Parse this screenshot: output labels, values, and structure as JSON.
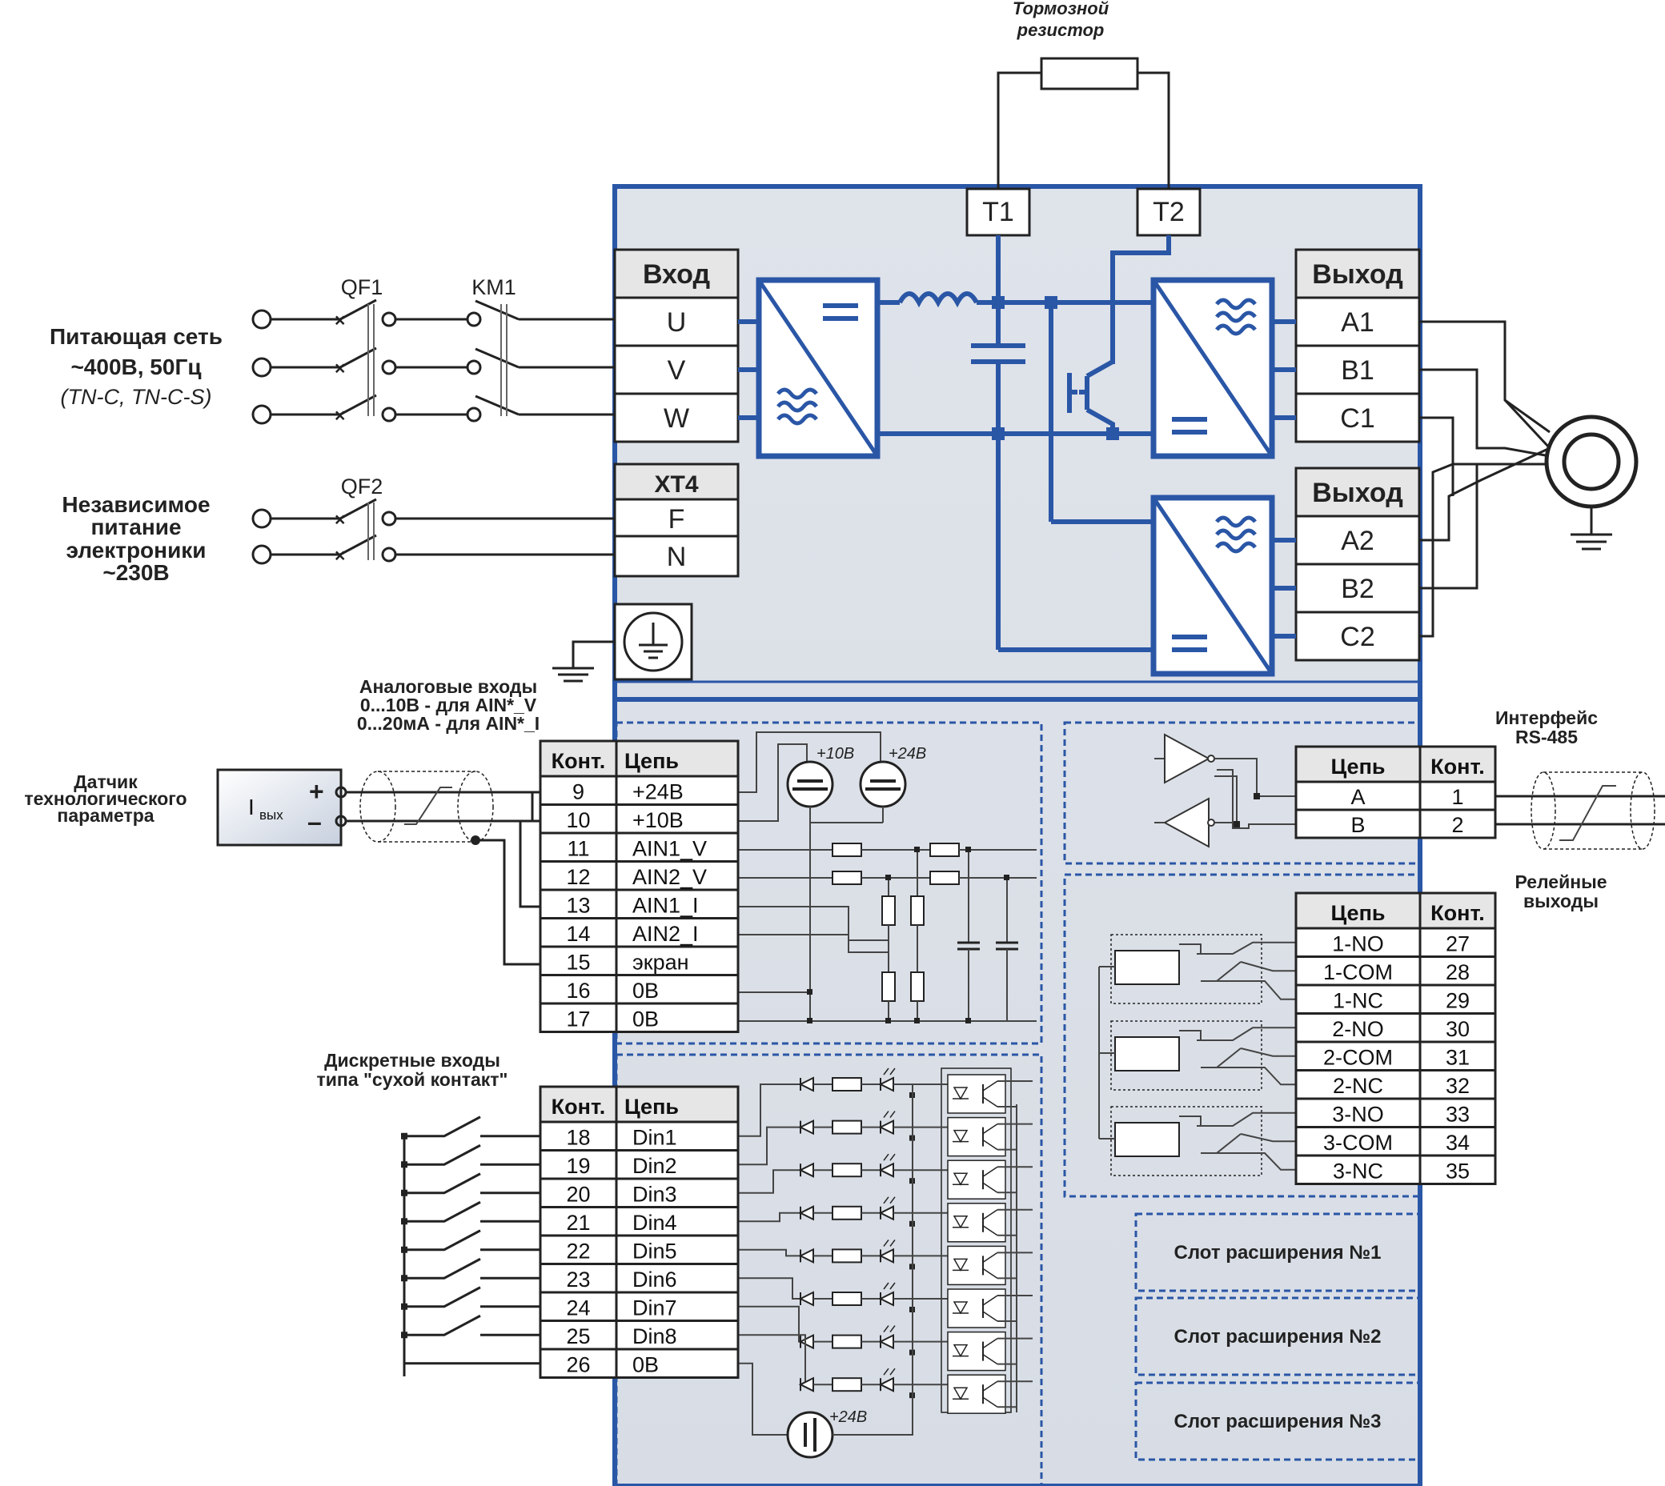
{
  "brake": {
    "label_line1": "Тормозной",
    "label_line2": "резистор",
    "t1": "T1",
    "t2": "T2"
  },
  "mains": {
    "line1": "Питающая сеть",
    "line2": "~400В, 50Гц",
    "line3": "(TN-C, TN-C-S)",
    "qf1": "QF1",
    "km1": "KM1"
  },
  "aux_power": {
    "line1": "Независимое",
    "line2": "питание",
    "line3": "электроники",
    "line4": "~230В",
    "qf2": "QF2"
  },
  "input_block": {
    "title": "Вход",
    "terminals": [
      "U",
      "V",
      "W"
    ]
  },
  "xt4_block": {
    "title": "XT4",
    "terminals": [
      "F",
      "N"
    ]
  },
  "output1": {
    "title": "Выход",
    "terminals": [
      "A1",
      "B1",
      "C1"
    ]
  },
  "output2": {
    "title": "Выход",
    "terminals": [
      "A2",
      "B2",
      "C2"
    ]
  },
  "analog": {
    "header_line1": "Аналоговые входы",
    "header_line2": "0...10В - для AIN*_V",
    "header_line3": "0...20мА - для AIN*_I",
    "col_kont": "Конт.",
    "col_circuit": "Цепь",
    "rows": [
      {
        "k": "9",
        "c": "+24В"
      },
      {
        "k": "10",
        "c": "+10В"
      },
      {
        "k": "11",
        "c": "AIN1_V"
      },
      {
        "k": "12",
        "c": "AIN2_V"
      },
      {
        "k": "13",
        "c": "AIN1_I"
      },
      {
        "k": "14",
        "c": "AIN2_I"
      },
      {
        "k": "15",
        "c": "экран"
      },
      {
        "k": "16",
        "c": "0В"
      },
      {
        "k": "17",
        "c": "0В"
      }
    ],
    "src10": "+10В",
    "src24": "+24В"
  },
  "sensor": {
    "line1": "Датчик",
    "line2": "технологического",
    "line3": "параметра",
    "i_out": "I",
    "i_sub": "вых",
    "plus": "+",
    "minus": "–"
  },
  "discrete": {
    "header_line1": "Дискретные входы",
    "header_line2": "типа \"сухой контакт\"",
    "col_kont": "Конт.",
    "col_circuit": "Цепь",
    "rows": [
      {
        "k": "18",
        "c": "Din1"
      },
      {
        "k": "19",
        "c": "Din2"
      },
      {
        "k": "20",
        "c": "Din3"
      },
      {
        "k": "21",
        "c": "Din4"
      },
      {
        "k": "22",
        "c": "Din5"
      },
      {
        "k": "23",
        "c": "Din6"
      },
      {
        "k": "24",
        "c": "Din7"
      },
      {
        "k": "25",
        "c": "Din8"
      },
      {
        "k": "26",
        "c": "0В"
      }
    ],
    "src24": "+24В"
  },
  "rs485": {
    "header_line1": "Интерфейс",
    "header_line2": "RS-485",
    "col_circuit": "Цепь",
    "col_kont": "Конт.",
    "rows": [
      {
        "c": "A",
        "k": "1"
      },
      {
        "c": "B",
        "k": "2"
      }
    ]
  },
  "relays": {
    "header_line1": "Релейные",
    "header_line2": "выходы",
    "col_circuit": "Цепь",
    "col_kont": "Конт.",
    "rows": [
      {
        "c": "1-NO",
        "k": "27"
      },
      {
        "c": "1-COM",
        "k": "28"
      },
      {
        "c": "1-NC",
        "k": "29"
      },
      {
        "c": "2-NO",
        "k": "30"
      },
      {
        "c": "2-COM",
        "k": "31"
      },
      {
        "c": "2-NC",
        "k": "32"
      },
      {
        "c": "3-NO",
        "k": "33"
      },
      {
        "c": "3-COM",
        "k": "34"
      },
      {
        "c": "3-NC",
        "k": "35"
      }
    ]
  },
  "slots": [
    "Слот расширения №1",
    "Слот расширения №2",
    "Слот расширения №3"
  ],
  "colors": {
    "frame": "#2a56a6",
    "panel": "#dde2e9",
    "wire": "#222222"
  }
}
